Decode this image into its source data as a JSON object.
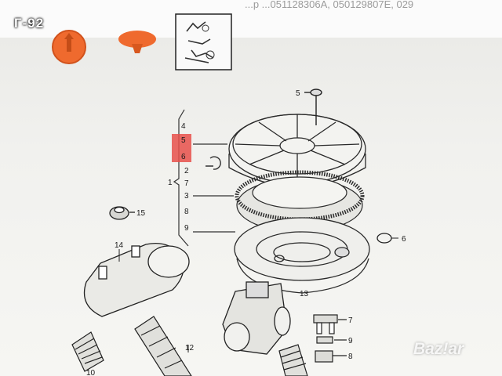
{
  "overlay": {
    "title_tag": "Г-92",
    "watermark": "Baz!ar",
    "header_fragment": "...р  ...051128306A, 050129807E, 029",
    "colors": {
      "accent_orange": "#f06a2c",
      "highlight_red": "#e8504a"
    }
  },
  "diagram": {
    "callouts": {
      "c4": "4",
      "c5": "5",
      "c6": "6",
      "c1": "1",
      "c2": "2",
      "c7": "7",
      "c3": "3",
      "c8": "8",
      "c9": "9",
      "c5_screw": "5",
      "c6_oring": "6",
      "c15": "15",
      "c14": "14",
      "c13": "13",
      "c12": "12",
      "c10": "10",
      "c7_right": "7",
      "c9_right": "9",
      "c8_right": "8"
    }
  }
}
